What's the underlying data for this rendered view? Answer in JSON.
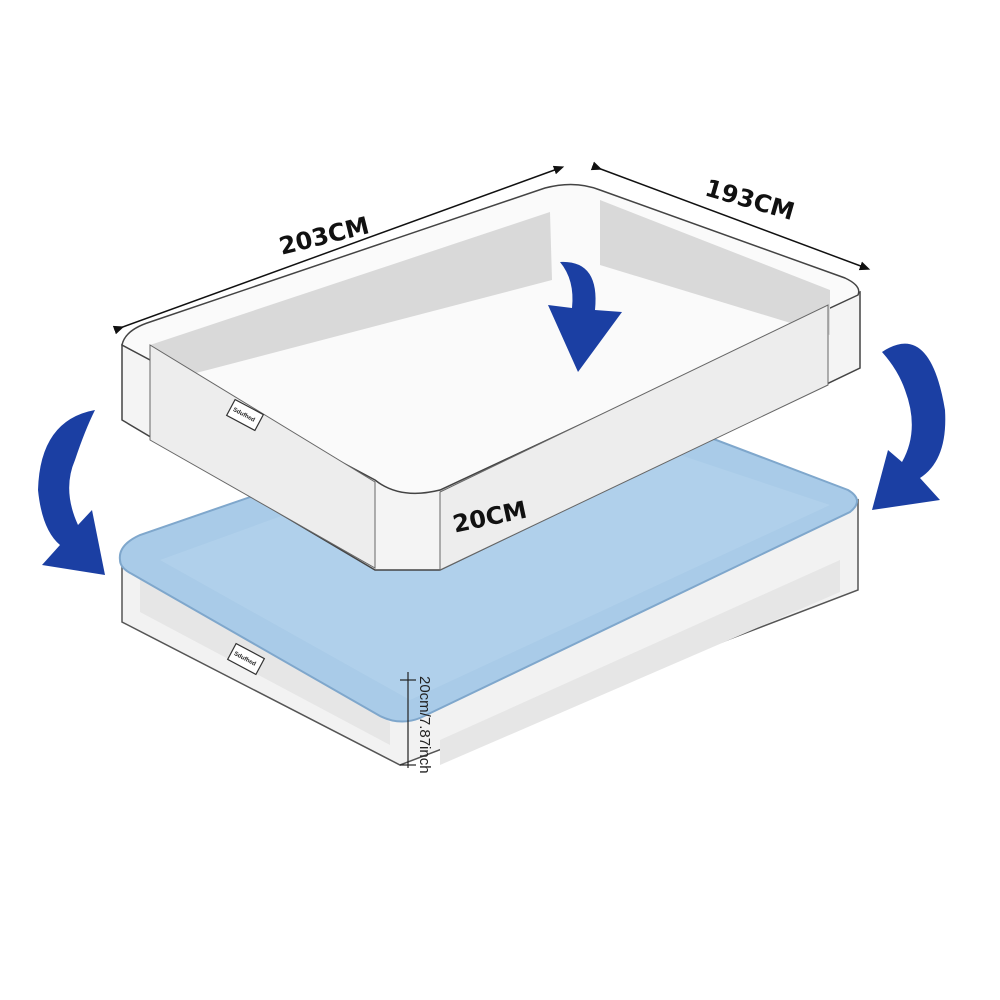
{
  "labels": {
    "length": "203CM",
    "width": "193CM",
    "height": "20CM",
    "height_detail": "20cm/7.87inch",
    "brand_tag": "Sdufhed"
  },
  "colors": {
    "arrow": "#1b3fa3",
    "water": "#a9cbe8",
    "wall_inner": "#d9d9d9",
    "wall_outer": "#f4f4f4"
  }
}
